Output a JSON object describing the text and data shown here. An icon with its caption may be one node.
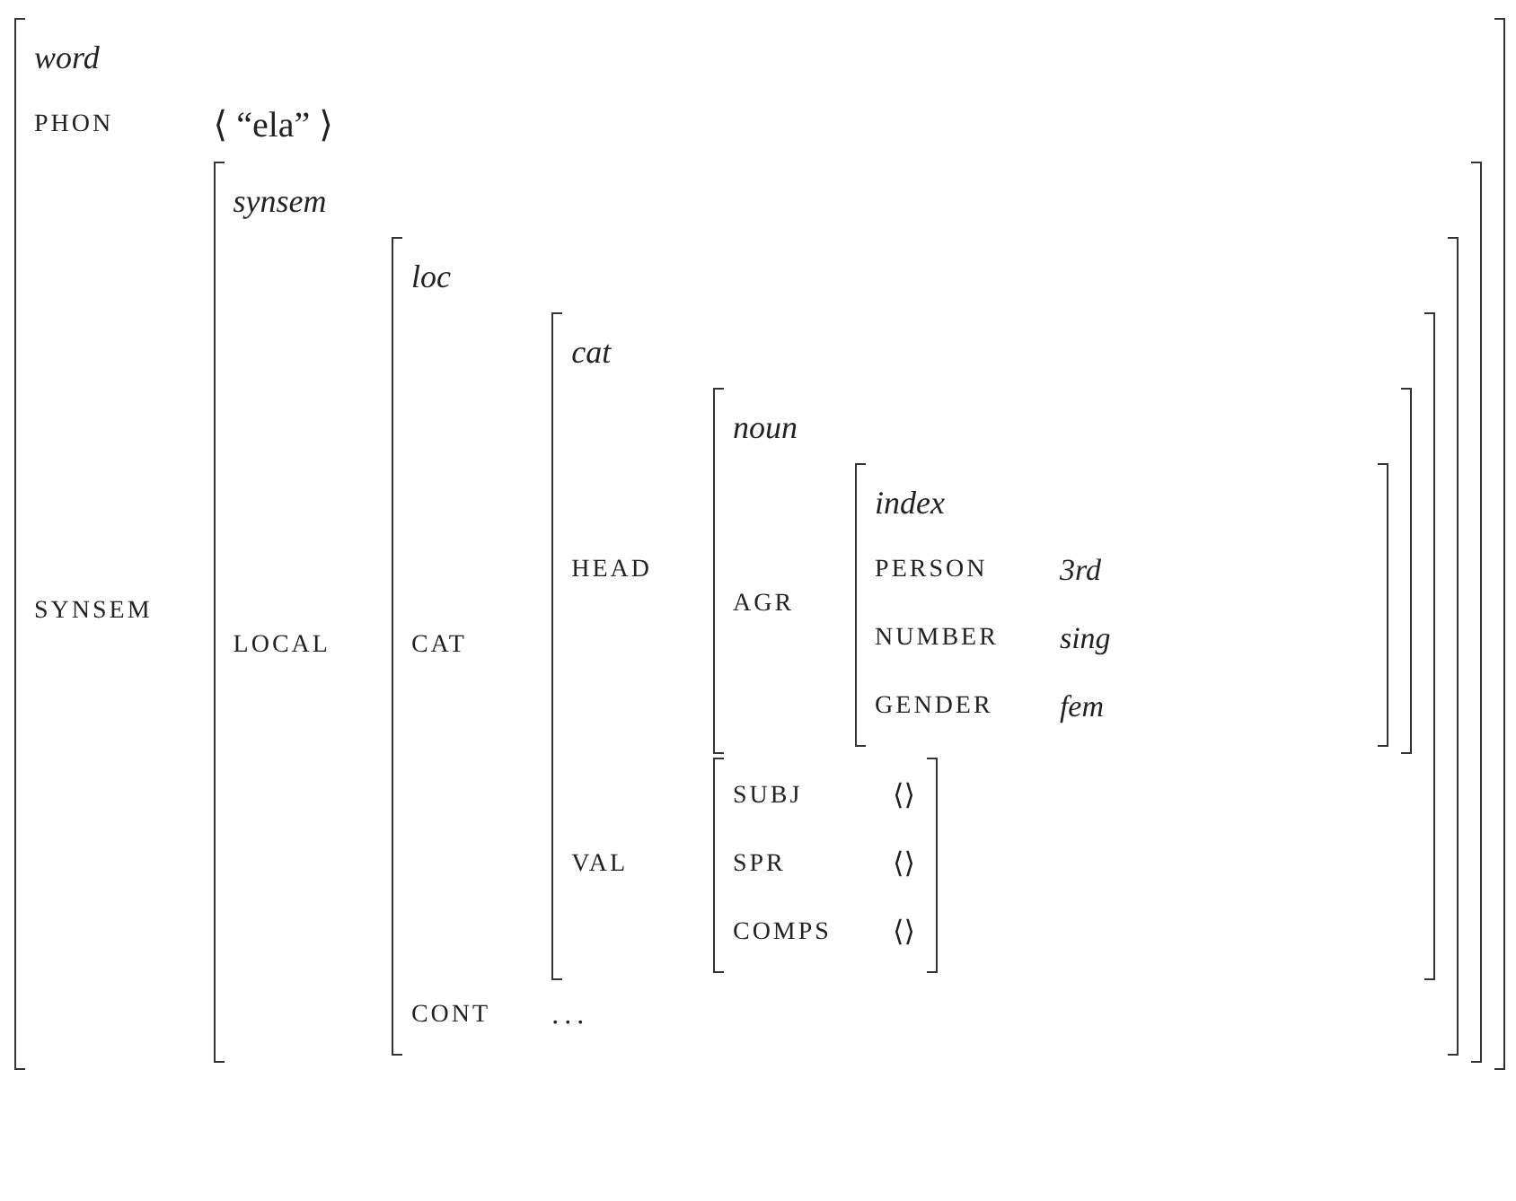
{
  "diagram": {
    "nodes": [
      {
        "text": [
          "word",
          "PHON",
          "⟨ “ela” ⟩",
          "SYNSEM"
        ]
      },
      {
        "text": [
          "synsem",
          "LOCAL"
        ],
        "in": 0
      },
      {
        "text": [
          "loc",
          "CAT",
          "CONT",
          "..."
        ],
        "in": 1
      },
      {
        "text": [
          "cat",
          "HEAD",
          "VAL"
        ],
        "in": 2
      },
      {
        "text": [
          "noun",
          "AGR"
        ],
        "in": 3
      },
      {
        "text": [
          "index",
          "PERSON",
          "3rd",
          "NUMBER",
          "sing",
          "GENDER",
          "fem"
        ],
        "in": 4
      },
      {
        "text": [
          "SUBJ",
          "⟨⟩",
          "SPR",
          "⟨⟩",
          "COMPS",
          "⟨⟩"
        ],
        "in": 3
      }
    ],
    "edges": []
  }
}
